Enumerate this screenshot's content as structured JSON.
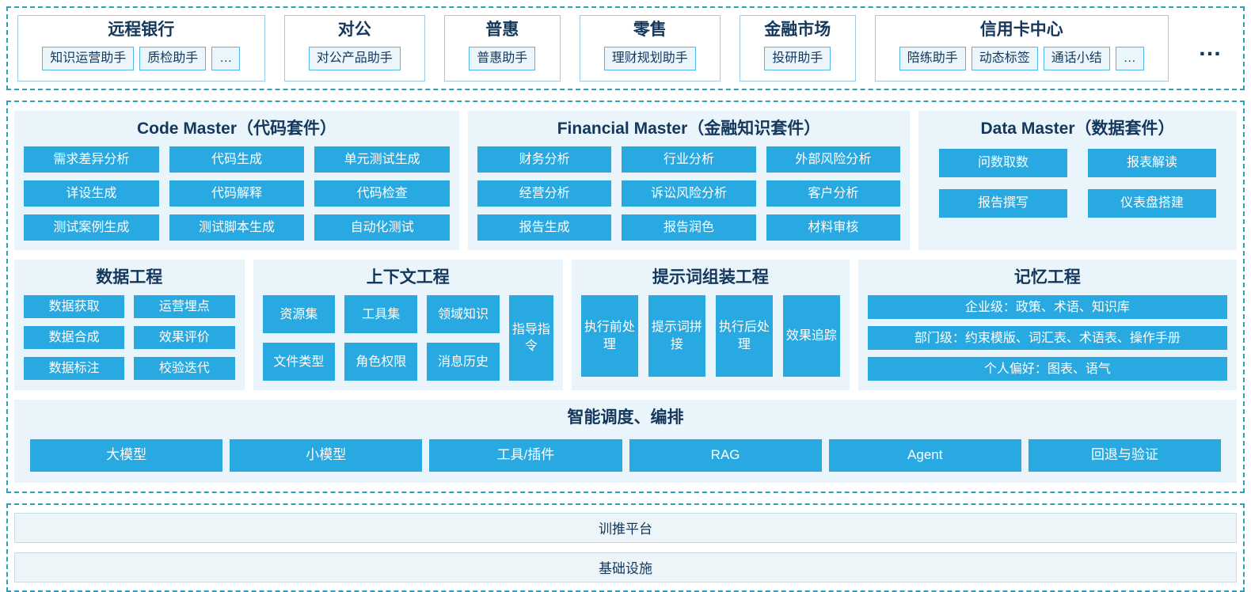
{
  "colors": {
    "dashed_border": "#2BA0B8",
    "tile_blue": "#29A9E2",
    "panel_bg": "#E9F4FB",
    "title_navy": "#14375C",
    "chip_bg": "#EBF6FC",
    "chip_border": "#56B4E6",
    "platform_bar_bg": "#EDF5F9"
  },
  "business_units": {
    "units": [
      {
        "title": "远程银行",
        "chips": [
          "知识运营助手",
          "质检助手",
          "…"
        ]
      },
      {
        "title": "对公",
        "chips": [
          "对公产品助手"
        ]
      },
      {
        "title": "普惠",
        "chips": [
          "普惠助手"
        ]
      },
      {
        "title": "零售",
        "chips": [
          "理财规划助手"
        ]
      },
      {
        "title": "金融市场",
        "chips": [
          "投研助手"
        ]
      },
      {
        "title": "信用卡中心",
        "chips": [
          "陪练助手",
          "动态标签",
          "通话小结",
          "…"
        ]
      }
    ],
    "more": "…"
  },
  "suites": [
    {
      "title": "Code Master（代码套件）",
      "items": [
        "需求差异分析",
        "代码生成",
        "单元测试生成",
        "详设生成",
        "代码解释",
        "代码检查",
        "测试案例生成",
        "测试脚本生成",
        "自动化测试"
      ]
    },
    {
      "title": "Financial Master（金融知识套件）",
      "items": [
        "财务分析",
        "行业分析",
        "外部风险分析",
        "经营分析",
        "诉讼风险分析",
        "客户分析",
        "报告生成",
        "报告润色",
        "材料审核"
      ]
    },
    {
      "title": "Data Master（数据套件）",
      "items": [
        "问数取数",
        "报表解读",
        "报告撰写",
        "仪表盘搭建"
      ]
    }
  ],
  "engineering": {
    "data": {
      "title": "数据工程",
      "items": [
        "数据获取",
        "运营埋点",
        "数据合成",
        "效果评价",
        "数据标注",
        "校验迭代"
      ]
    },
    "context": {
      "title": "上下文工程",
      "cells": [
        "资源集",
        "工具集",
        "领域知识",
        "文件类型",
        "角色权限",
        "消息历史"
      ],
      "tall": "指导指令"
    },
    "prompt": {
      "title": "提示词组装工程",
      "items": [
        "执行前处理",
        "提示词拼接",
        "执行后处理",
        "效果追踪"
      ]
    },
    "memory": {
      "title": "记忆工程",
      "rows": [
        "企业级：政策、术语、知识库",
        "部门级：约束模版、词汇表、术语表、操作手册",
        "个人偏好：图表、语气"
      ]
    }
  },
  "orchestration": {
    "title": "智能调度、编排",
    "items": [
      "大模型",
      "小模型",
      "工具/插件",
      "RAG",
      "Agent",
      "回退与验证"
    ]
  },
  "platform": {
    "rows": [
      "训推平台",
      "基础设施"
    ]
  }
}
